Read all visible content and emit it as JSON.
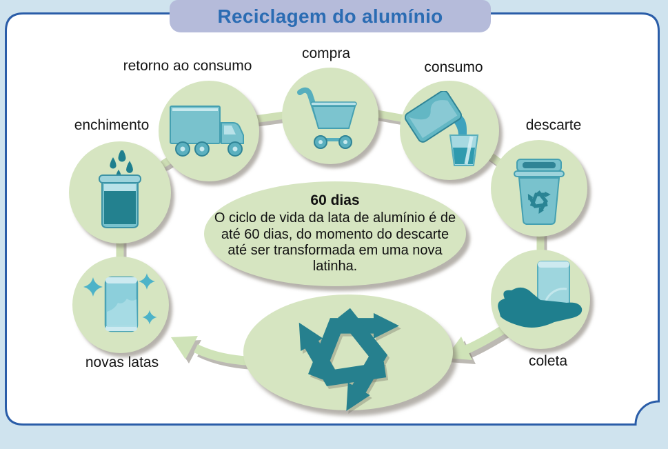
{
  "title": "Reciclagem do alumínio",
  "note": {
    "heading": "60 dias",
    "body": "O ciclo de vida da lata de alumínio é de até 60 dias, do momento do descarte até ser transformada em uma nova latinha."
  },
  "steps": [
    {
      "id": "enchimento",
      "label": "enchimento",
      "icon": "filling-can-icon"
    },
    {
      "id": "retorno-ao-consumo",
      "label": "retorno ao consumo",
      "icon": "delivery-truck-icon"
    },
    {
      "id": "compra",
      "label": "compra",
      "icon": "shopping-cart-icon"
    },
    {
      "id": "consumo",
      "label": "consumo",
      "icon": "pouring-drink-icon"
    },
    {
      "id": "descarte",
      "label": "descarte",
      "icon": "recycle-bin-icon"
    },
    {
      "id": "coleta",
      "label": "coleta",
      "icon": "hand-holding-can-icon"
    },
    {
      "id": "novas-latas",
      "label": "novas latas",
      "icon": "new-can-icon"
    }
  ],
  "center_symbol": "recycling-arrows-icon",
  "colors": {
    "background": "#cfe3ee",
    "panel_border": "#2a5da8",
    "banner": "#b5bbda",
    "title_text": "#2b6cb3",
    "bubble_green": "#d6e5c1",
    "icon_teal": "#79c2cd",
    "deep_teal": "#1f7f8e"
  }
}
